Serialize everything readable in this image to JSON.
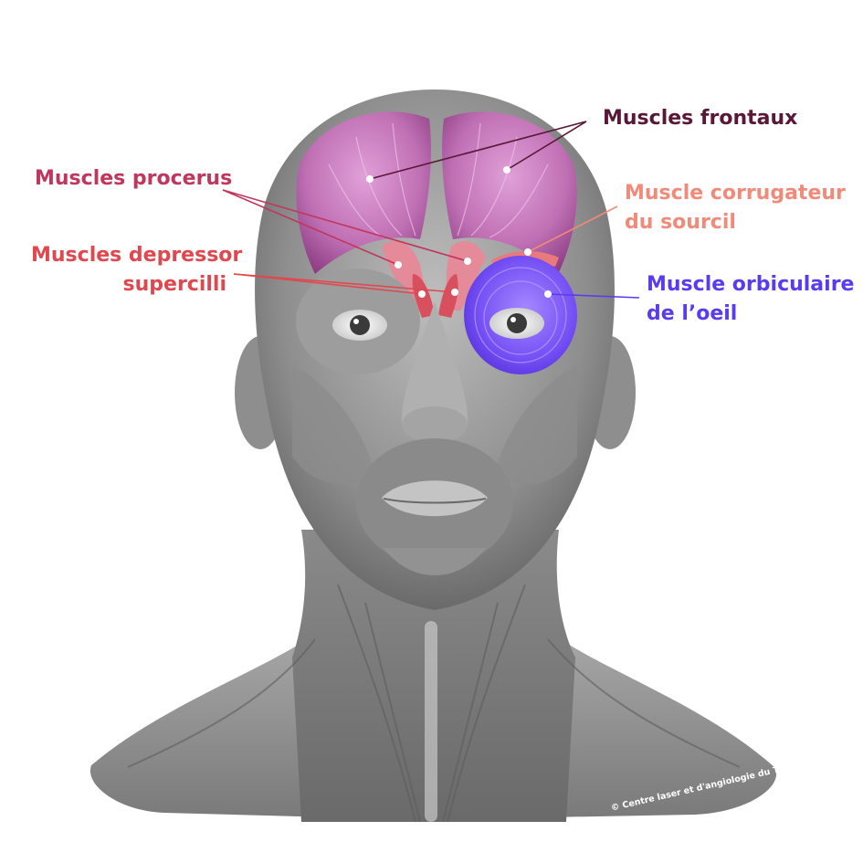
{
  "labels": {
    "frontaux": "Muscles frontaux",
    "procerus": "Muscles procerus",
    "depressor": [
      "Muscles depressor",
      "supercilli"
    ],
    "corrugateur": [
      "Muscle corrugateur",
      "du sourcil"
    ],
    "orbiculaire": [
      "Muscle orbiculaire",
      "de l’oeil"
    ]
  },
  "copyright": "© Centre laser et d'angiologie du Ter",
  "colors": {
    "frontaux": "#5a1838",
    "procerus": "#c0365c",
    "depressor": "#e0484f",
    "corrugateur": "#f28a7a",
    "orbiculaire": "#5a3cf0",
    "frontal_muscle_fill": "#c46fb8",
    "orbicular_muscle_fill": "#7b55f5",
    "skin_gray": "#9a9a9a"
  }
}
